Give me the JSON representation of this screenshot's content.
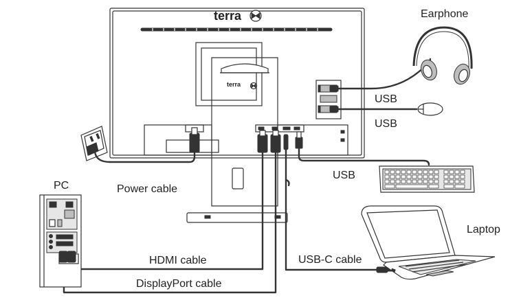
{
  "brand": {
    "name": "terra"
  },
  "labels": {
    "earphone": "Earphone",
    "usb_earphone": "USB",
    "usb_mouse": "USB",
    "usb_keyboard": "USB",
    "pc": "PC",
    "power_cable": "Power cable",
    "laptop": "Laptop",
    "hdmi_cable": "HDMI cable",
    "usbc_cable": "USB-C cable",
    "displayport_cable": "DisplayPort cable"
  }
}
